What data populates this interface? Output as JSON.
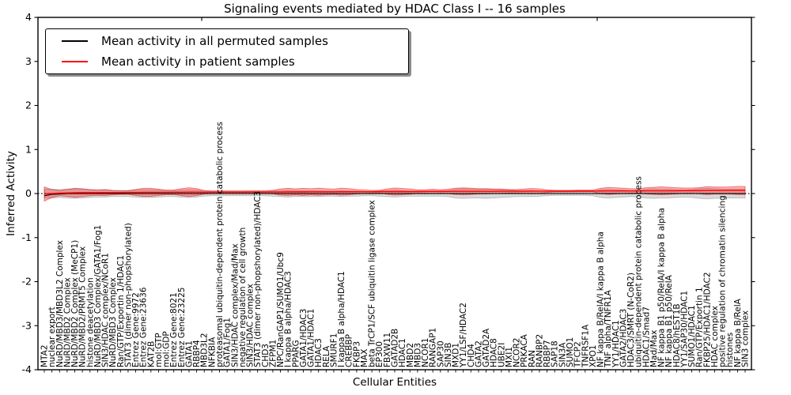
{
  "figure": {
    "title": "Signaling events mediated by HDAC Class I -- 16 samples",
    "xlabel": "Cellular Entities",
    "ylabel": "Inferred Activity",
    "legend": {
      "items": [
        {
          "label": "Mean activity in all permuted samples",
          "color": "#000000"
        },
        {
          "label": "Mean activity in patient samples",
          "color": "#ff0000"
        }
      ]
    }
  },
  "chart_data": {
    "type": "line",
    "title": "Signaling events mediated by HDAC Class I -- 16 samples",
    "xlabel": "Cellular Entities",
    "ylabel": "Inferred Activity",
    "ylim": [
      -4,
      4
    ],
    "yticks": [
      4,
      3,
      2,
      1,
      0,
      -1,
      -2,
      -3,
      -4
    ],
    "grid": false,
    "legend_position": "upper left",
    "zero_line": {
      "style": "dotted",
      "color": "#000000",
      "y": 0
    },
    "categories": [
      "MTA2",
      "nuclear export",
      "NuRD/MBD3/MBD3L2 Complex",
      "NuRD/MBD2 Complex",
      "NuRD/MBD2 Complex (MeCP1)",
      "NuRD/MBD2/PRMT5 Complex",
      "histone deacetylation",
      "NuRD/MBD3 Complex/GATA1/Fog1",
      "SIN3/HDAC complex/NCoR1",
      "NuRD/MBD3 Complex",
      "Ran/GTP/Exportin 1/HDAC1",
      "STAT3 (dimer non-phopshorylated)",
      "Entrez Gene:9972",
      "Entrez Gene:23636",
      "KAT2B",
      "mol:GTP",
      "mol:GDP",
      "Entrez Gene:8021",
      "Entrez Gene:23225",
      "GATA1",
      "RBBP4",
      "MBD3L2",
      "NFKBIA",
      "proteasomal ubiquitin-dependent protein catabolic process",
      "GATA1/Fog1",
      "SIN3/HDAC complex/Mad/Max",
      "negative regulation of cell growth",
      "SIN3/HDAC complex",
      "STAT3 (dimer non-phopshorylated)/HDAC3",
      "CHD3",
      "ZFPM1",
      "NPC/RanGAP1/SUMO1/Ubc9",
      "I kappa B alpha/HDAC3",
      "PPARG",
      "GATA1/HDAC3",
      "GATA1/HDAC1",
      "HDAC3",
      "RELA",
      "SMURF1",
      "I kappa B alpha/HDAC1",
      "CREBBP",
      "FKBP3",
      "MAX",
      "beta TrCP1/SCF ubiquitin ligase complex",
      "EP300",
      "FBXW11",
      "GATAD2B",
      "HDAC1",
      "MBD2",
      "MBD3",
      "NCOR1",
      "RANGAP1",
      "SAP30",
      "SIN3B",
      "MXD1",
      "YY1/LSF/HDAC2",
      "CHD4",
      "GATA2",
      "GATAD2A",
      "HDAC8",
      "UBE2I",
      "MXI1",
      "NCOR2",
      "PRKACA",
      "RAN",
      "RANBP2",
      "RBBP7",
      "SAP18",
      "SIN3A",
      "SUMO1",
      "TFCP2",
      "TNFRSF1A",
      "XPO1",
      "NF kappa B/RelA/I kappa B alpha",
      "TNF alpha/TNFR1A",
      "YY1/HDAC1",
      "GATA2/HDAC3",
      "HDAC3/SMRT (N-CoR2)",
      "ubiquitin-dependent protein catabolic process",
      "HDAC1/Smad7",
      "Mad/Max",
      "NF kappa B1 p50/RelA/I kappa B alpha",
      "NF kappa B1 p50/RelA",
      "HDAC8/hEST1B",
      "YY1/SAP30/HDAC1",
      "SUMO1/HDAC1",
      "Ran/GTP/Exportin 1",
      "FKBP25/HDAC1/HDAC2",
      "HDAC complex",
      "positive regulation of chromatin silencing",
      "histones",
      "NF kappa B/RelA",
      "SIN3 complex"
    ],
    "series": [
      {
        "name": "Mean activity in all permuted samples",
        "color": "#000000",
        "style": "solid",
        "values": [
          -0.05,
          -0.02,
          -0.01,
          0,
          0,
          0,
          0,
          0,
          0,
          0,
          0,
          0,
          0,
          0,
          0,
          0,
          0,
          0,
          0,
          0,
          0,
          0,
          0,
          0,
          0,
          0,
          0,
          0,
          0,
          0,
          0,
          0,
          0,
          0,
          0,
          0,
          0,
          0,
          0,
          0,
          0,
          0,
          0,
          0,
          0,
          0,
          0,
          0,
          0,
          0,
          0,
          0,
          0,
          0,
          0,
          0,
          0,
          0,
          0,
          0,
          0,
          0,
          0,
          0,
          0,
          0,
          0,
          0,
          0,
          0,
          0,
          0,
          0,
          0,
          0,
          0,
          0,
          0,
          0,
          0,
          0,
          0,
          0,
          0,
          0,
          0,
          0,
          0,
          0,
          0,
          0,
          0,
          0
        ]
      },
      {
        "name": "Mean activity in patient samples",
        "color": "#ff0000",
        "style": "solid",
        "values": [
          -0.01,
          0.0,
          0.01,
          0.015,
          0.018,
          0.02,
          0.02,
          0.02,
          0.022,
          0.022,
          0.022,
          0.025,
          0.025,
          0.028,
          0.028,
          0.028,
          0.028,
          0.03,
          0.03,
          0.032,
          0.032,
          0.03,
          0.03,
          0.03,
          0.03,
          0.03,
          0.03,
          0.032,
          0.032,
          0.032,
          0.035,
          0.035,
          0.038,
          0.038,
          0.038,
          0.04,
          0.04,
          0.04,
          0.04,
          0.042,
          0.042,
          0.042,
          0.042,
          0.042,
          0.045,
          0.045,
          0.045,
          0.045,
          0.045,
          0.045,
          0.048,
          0.048,
          0.048,
          0.048,
          0.05,
          0.05,
          0.05,
          0.05,
          0.05,
          0.05,
          0.052,
          0.052,
          0.052,
          0.052,
          0.055,
          0.055,
          0.055,
          0.055,
          0.055,
          0.055,
          0.058,
          0.058,
          0.058,
          0.058,
          0.06,
          0.06,
          0.06,
          0.06,
          0.06,
          0.062,
          0.062,
          0.062,
          0.062,
          0.062,
          0.065,
          0.065,
          0.065,
          0.068,
          0.068,
          0.068,
          0.07,
          0.07,
          0.07
        ]
      }
    ],
    "bands": [
      {
        "name": "permuted samples activity spread",
        "fill": "rgba(0,0,0,0.15)",
        "stroke": "rgba(0,0,0,0.18)",
        "center_on": "zero",
        "halfwidths": [
          0.1,
          0.1,
          0.09,
          0.1,
          0.11,
          0.1,
          0.09,
          0.08,
          0.08,
          0.07,
          0.07,
          0.07,
          0.08,
          0.09,
          0.09,
          0.08,
          0.07,
          0.07,
          0.08,
          0.09,
          0.08,
          0.06,
          0.05,
          0.05,
          0.05,
          0.05,
          0.05,
          0.05,
          0.05,
          0.05,
          0.06,
          0.07,
          0.08,
          0.07,
          0.07,
          0.07,
          0.07,
          0.06,
          0.06,
          0.07,
          0.06,
          0.06,
          0.05,
          0.05,
          0.06,
          0.07,
          0.08,
          0.07,
          0.06,
          0.06,
          0.06,
          0.06,
          0.06,
          0.07,
          0.1,
          0.11,
          0.1,
          0.1,
          0.11,
          0.1,
          0.09,
          0.08,
          0.07,
          0.07,
          0.07,
          0.06,
          0.05,
          0.04,
          0.04,
          0.04,
          0.04,
          0.04,
          0.05,
          0.09,
          0.1,
          0.09,
          0.08,
          0.07,
          0.08,
          0.1,
          0.11,
          0.1,
          0.1,
          0.09,
          0.08,
          0.09,
          0.11,
          0.12,
          0.11,
          0.1,
          0.1,
          0.1,
          0.1
        ]
      },
      {
        "name": "patient samples activity spread",
        "fill": "rgba(255,0,0,0.30)",
        "stroke": "rgba(220,0,0,0.45)",
        "center_on": "patient-mean",
        "halfwidths": [
          0.16,
          0.09,
          0.06,
          0.08,
          0.1,
          0.09,
          0.07,
          0.06,
          0.07,
          0.05,
          0.04,
          0.04,
          0.07,
          0.09,
          0.09,
          0.07,
          0.05,
          0.05,
          0.08,
          0.1,
          0.08,
          0.04,
          0.03,
          0.03,
          0.03,
          0.03,
          0.03,
          0.03,
          0.03,
          0.03,
          0.04,
          0.07,
          0.08,
          0.07,
          0.08,
          0.07,
          0.08,
          0.07,
          0.06,
          0.08,
          0.07,
          0.05,
          0.04,
          0.03,
          0.03,
          0.06,
          0.08,
          0.07,
          0.06,
          0.04,
          0.04,
          0.05,
          0.04,
          0.05,
          0.07,
          0.08,
          0.07,
          0.06,
          0.06,
          0.05,
          0.05,
          0.04,
          0.04,
          0.05,
          0.06,
          0.05,
          0.03,
          0.02,
          0.02,
          0.02,
          0.02,
          0.02,
          0.02,
          0.06,
          0.08,
          0.07,
          0.06,
          0.05,
          0.05,
          0.07,
          0.08,
          0.09,
          0.08,
          0.07,
          0.06,
          0.06,
          0.07,
          0.09,
          0.08,
          0.08,
          0.08,
          0.09,
          0.09
        ]
      }
    ]
  }
}
